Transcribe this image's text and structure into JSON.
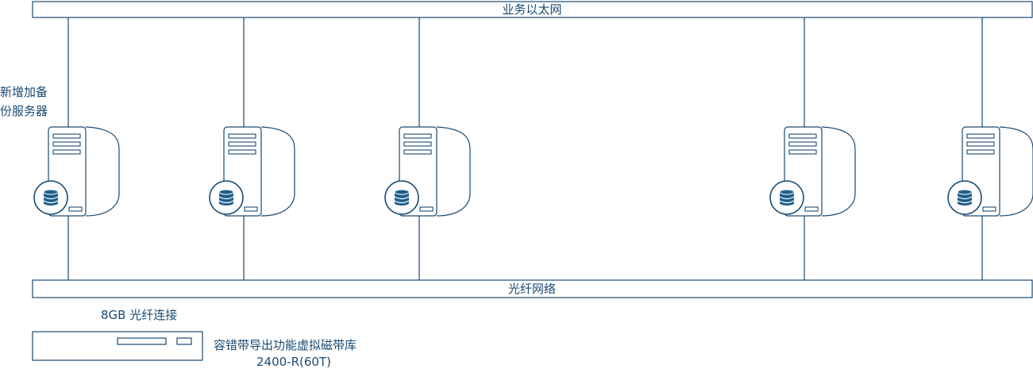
{
  "networks": {
    "top": {
      "label": "业务以太网"
    },
    "bottom": {
      "label": "光纤网络"
    }
  },
  "servers": [
    {
      "id": "server-1",
      "label_lines": [
        "新增加备",
        "份服务器"
      ]
    },
    {
      "id": "server-2",
      "label_lines": []
    },
    {
      "id": "server-3",
      "label_lines": []
    },
    {
      "id": "server-4",
      "label_lines": []
    },
    {
      "id": "server-5",
      "label_lines": []
    }
  ],
  "connection": {
    "label": "8GB 光纤连接"
  },
  "library": {
    "name": "容错带导出功能虚拟磁带库",
    "model": "2400-R(60T)"
  },
  "colors": {
    "stroke": "#1a4a72",
    "db_fill": "#1f5f8b",
    "background": "#ffffff"
  },
  "icons": {
    "server": "server-tower-icon",
    "database": "database-icon"
  }
}
